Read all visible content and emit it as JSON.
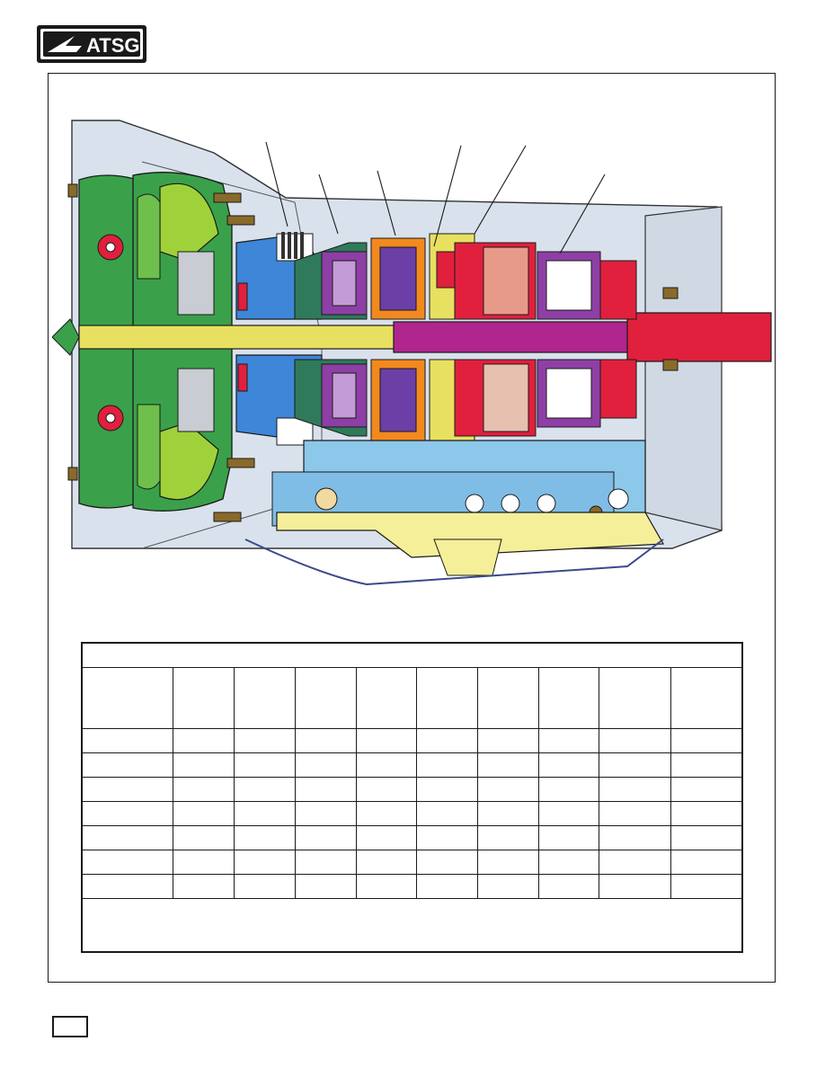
{
  "header": {
    "logo_text": "ATSG"
  },
  "diagram": {
    "type": "transmission-cross-section",
    "colors": {
      "case": "#d9e2ec",
      "converter_green": "#3aa14a",
      "turbine_lime": "#9fd23a",
      "pump_blue": "#3d86d8",
      "planet_purple": "#8e3fa6",
      "orange": "#f2891f",
      "red_output": "#e0203d",
      "shaft_yellow": "#e8e060",
      "magenta_shaft": "#b0268e",
      "valve_body": "#8cc8ea",
      "pan_yellow": "#f5ef9a",
      "brown_bolts": "#8a6a2a"
    },
    "callout_icon": "leader-line",
    "callout_count": 6
  },
  "table": {
    "column_count": 10,
    "body_row_count": 7,
    "headers": [
      "",
      "",
      "",
      "",
      "",
      "",
      "",
      "",
      "",
      ""
    ]
  },
  "footer": {
    "page_number": ""
  }
}
